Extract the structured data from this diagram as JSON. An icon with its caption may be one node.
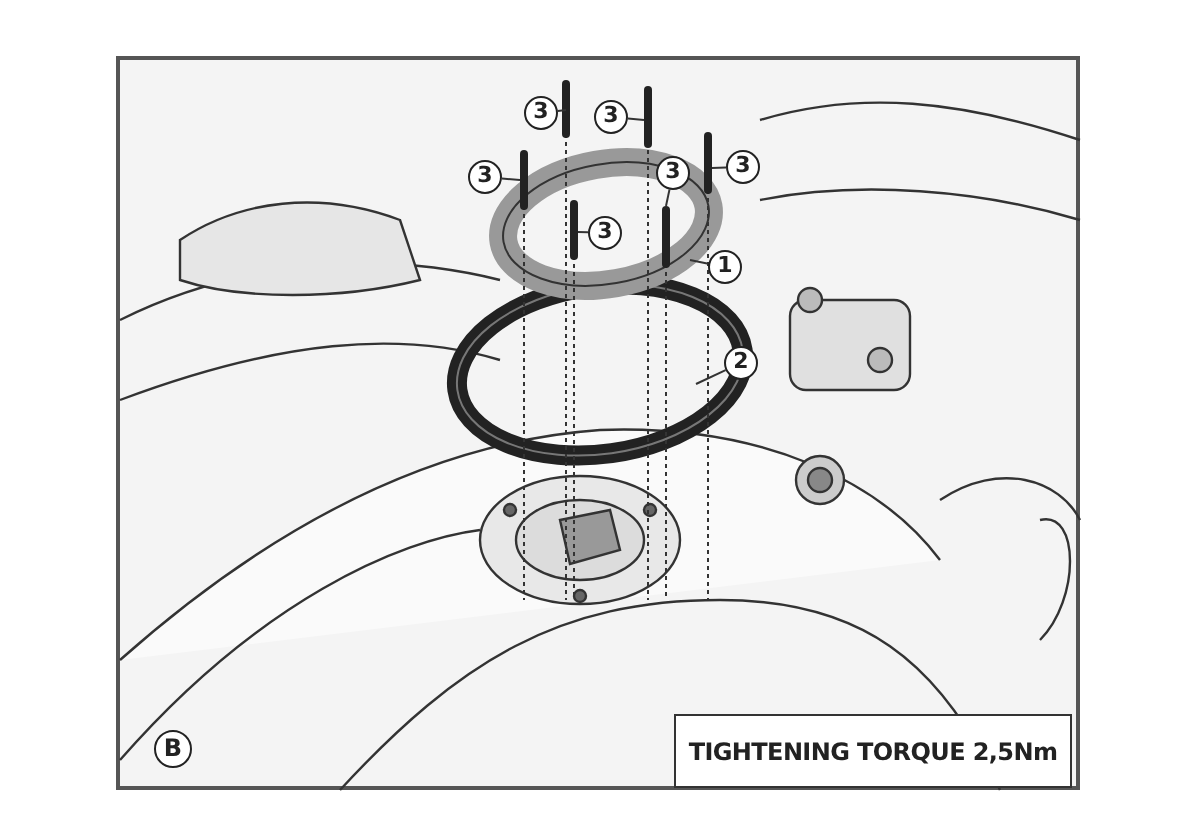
{
  "diagram": {
    "nodes": [
      {
        "text": [
          "3"
        ]
      },
      {
        "text": [
          "3"
        ]
      },
      {
        "text": [
          "3"
        ]
      },
      {
        "text": [
          "3"
        ]
      },
      {
        "text": [
          "3"
        ]
      },
      {
        "text": [
          "3"
        ]
      },
      {
        "text": [
          "1"
        ]
      },
      {
        "text": [
          "2"
        ]
      },
      {
        "text": [
          "TIGHTENING TORQUE 2,5Nm"
        ]
      },
      {
        "text": [
          "B"
        ]
      }
    ],
    "edges": [
      {
        "from": 0,
        "to": null,
        "arrow": "none"
      },
      {
        "from": 1,
        "to": null,
        "arrow": "none"
      },
      {
        "from": 2,
        "to": null,
        "arrow": "none"
      },
      {
        "from": 3,
        "to": null,
        "arrow": "none"
      },
      {
        "from": 4,
        "to": null,
        "arrow": "none"
      },
      {
        "from": 5,
        "to": null,
        "arrow": "none"
      },
      {
        "from": 6,
        "to": null,
        "arrow": "none"
      },
      {
        "from": 7,
        "to": null,
        "arrow": "none"
      }
    ]
  }
}
